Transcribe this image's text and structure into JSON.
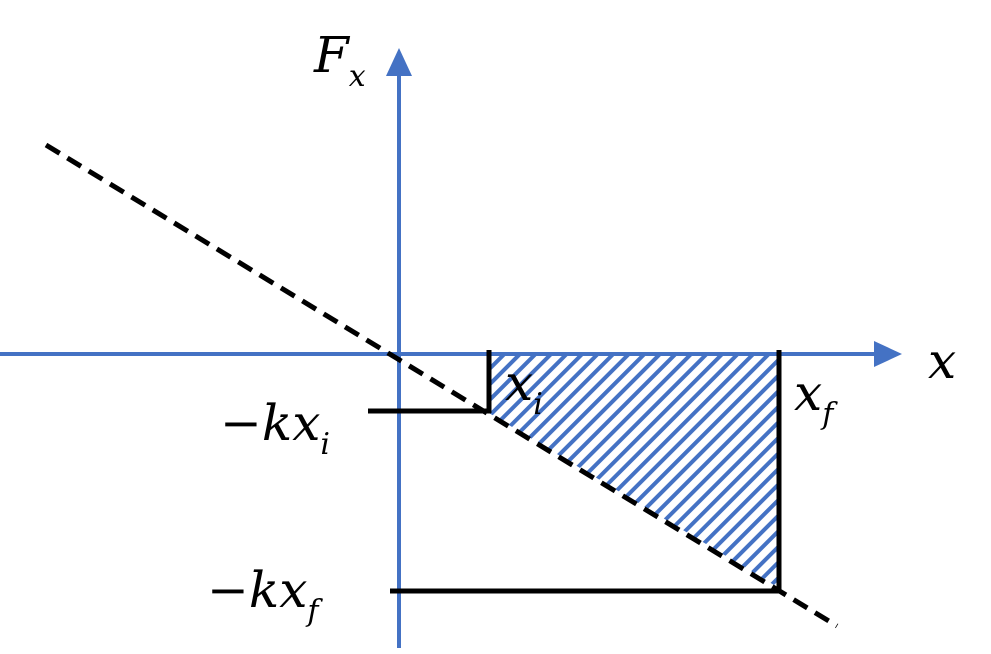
{
  "diagram": {
    "y_axis_label": {
      "base": "F",
      "sub": "x"
    },
    "x_axis_label": "x",
    "xi_label": {
      "base": "x",
      "sub": "i"
    },
    "xf_label": {
      "base": "x",
      "sub": "f"
    },
    "force_xi_label": {
      "prefix": "−k",
      "base": "x",
      "sub": "i"
    },
    "force_xf_label": {
      "prefix": "−k",
      "base": "x",
      "sub": "f"
    },
    "colors": {
      "axis": "#4472C4",
      "hatch": "#4472C4",
      "line": "#000000"
    }
  }
}
